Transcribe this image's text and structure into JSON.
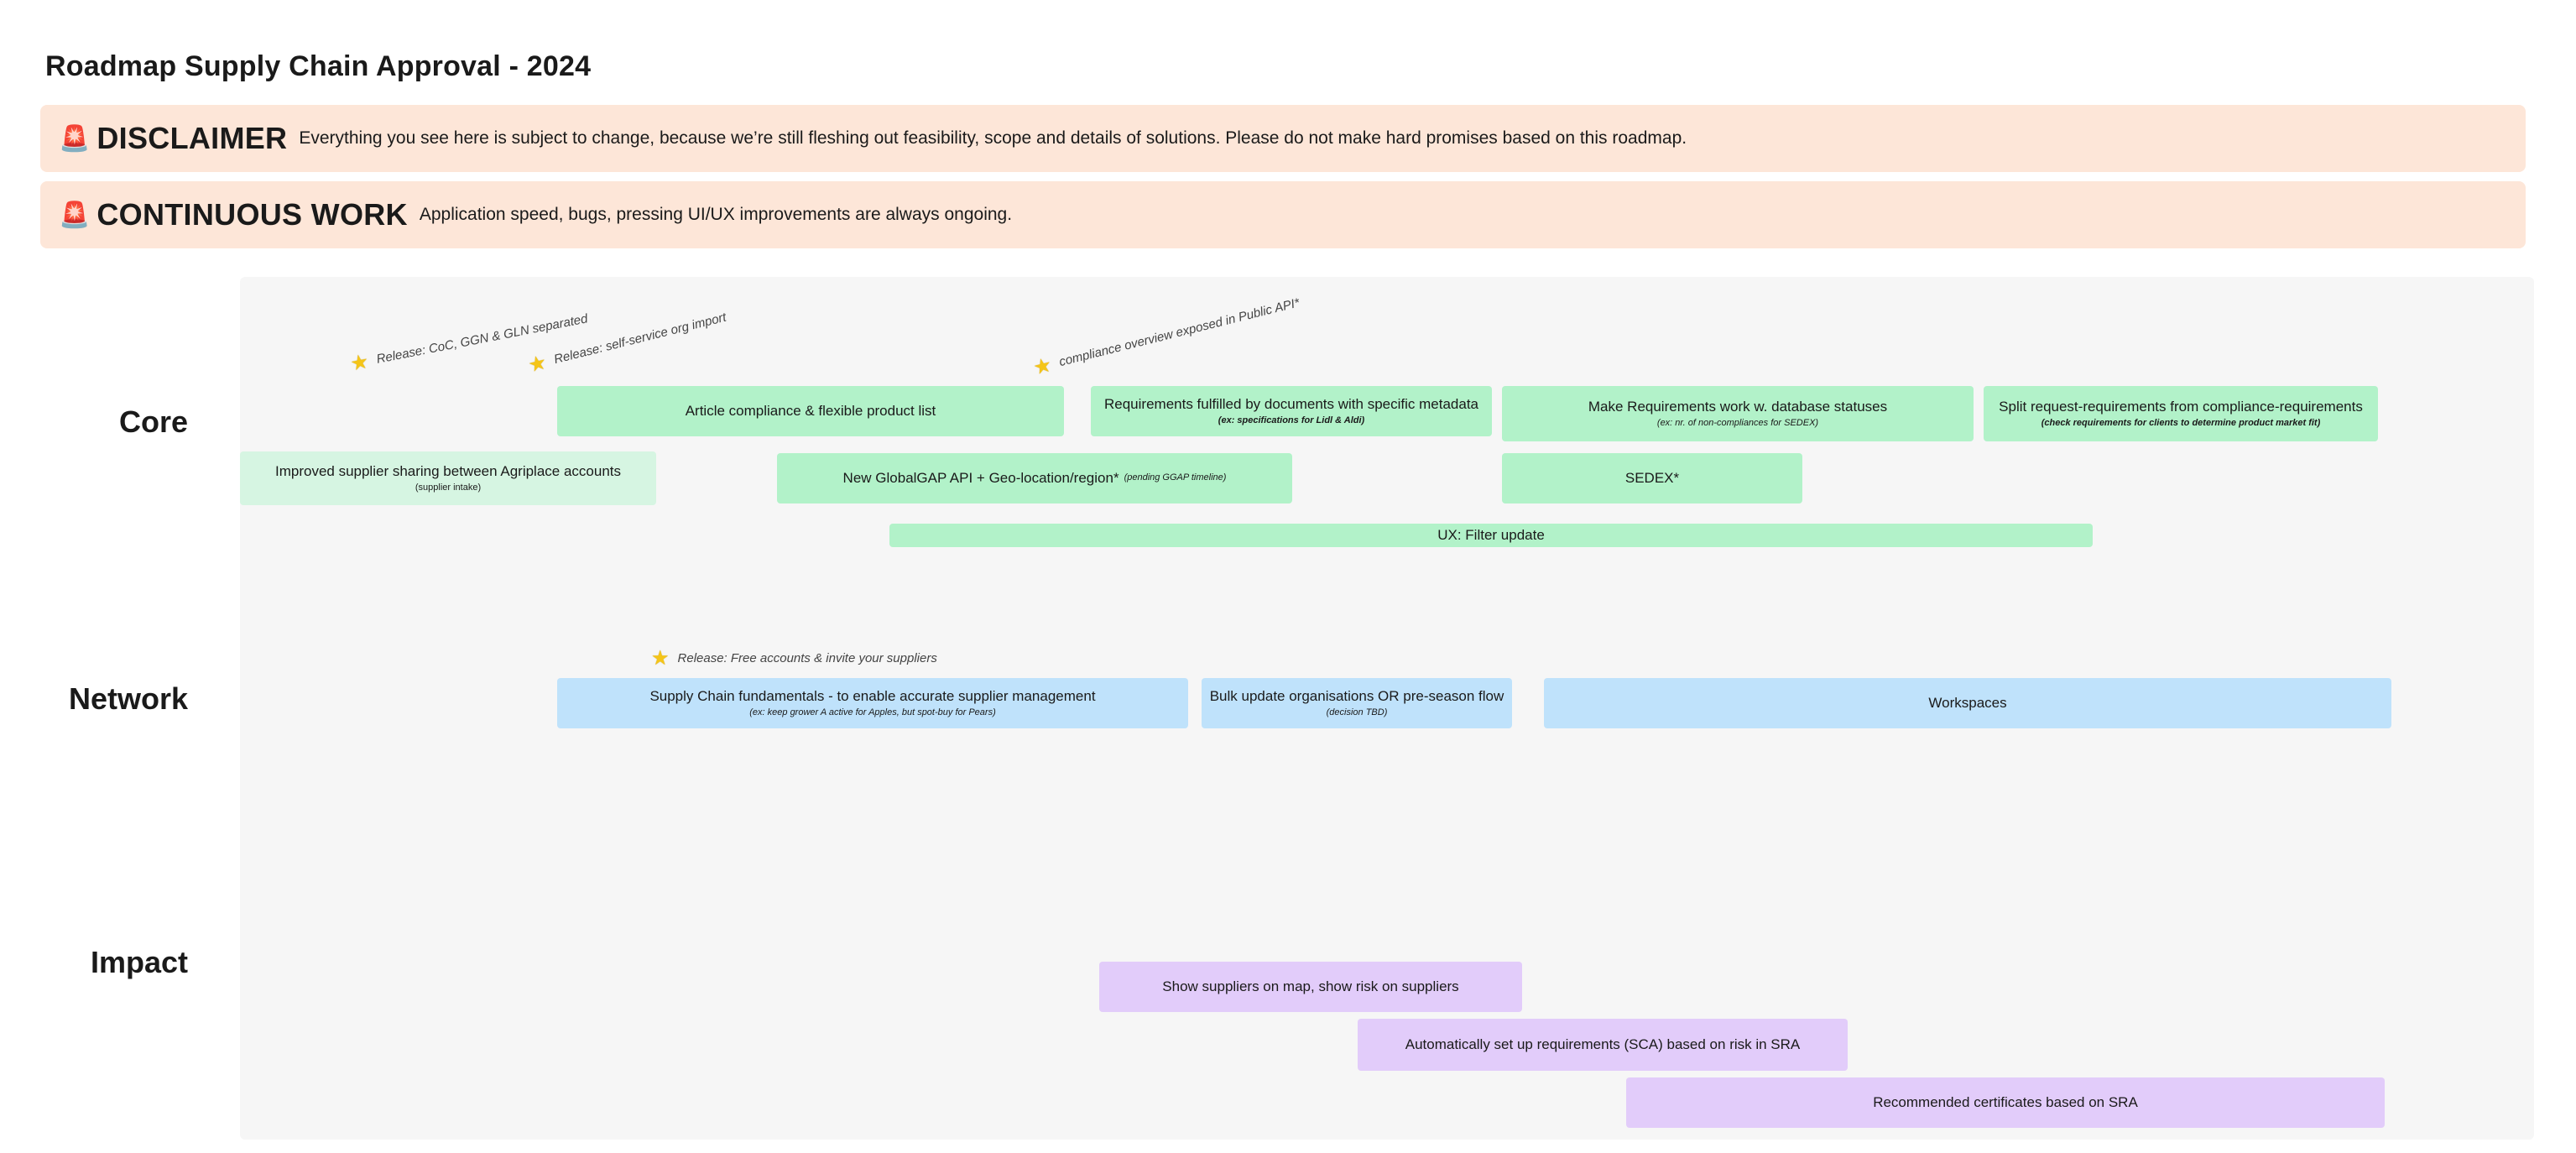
{
  "title": "Roadmap Supply Chain Approval -  2024",
  "banners": {
    "disclaimer": {
      "icon": "siren-icon",
      "heading": "DISCLAIMER",
      "text": "Everything you see here is subject to change, because we’re still fleshing out feasibility, scope and details of solutions. Please do not make hard promises based on this roadmap."
    },
    "continuous": {
      "icon": "siren-icon",
      "heading": "CONTINUOUS WORK",
      "text": "Application speed, bugs, pressing UI/UX improvements are always ongoing."
    }
  },
  "lanes": {
    "core": "Core",
    "network": "Network",
    "impact": "Impact"
  },
  "milestones": {
    "m1": "Release: CoC, GGN & GLN separated",
    "m2": "Release: self-service org import",
    "m3": "compliance overview exposed in Public API*",
    "m4": "Release: Free accounts & invite your suppliers"
  },
  "core": {
    "article_compliance": {
      "label": "Article compliance & flexible product list"
    },
    "requirements_docs": {
      "label": "Requirements fulfilled by documents with specific metadata",
      "note": "(ex: specifications for Lidl & Aldi)"
    },
    "requirements_db": {
      "label": "Make Requirements work w. database statuses",
      "note": "(ex: nr. of non-compliances for SEDEX)"
    },
    "split_requests": {
      "label": "Split request-requirements from compliance-requirements",
      "note": "(check requirements for clients to determine product market fit)"
    },
    "supplier_sharing": {
      "label": "Improved supplier sharing between Agriplace accounts",
      "note": "(supplier intake)"
    },
    "globalgap_api": {
      "label": "New GlobalGAP API + Geo-location/region*",
      "note": "(pending GGAP timeline)"
    },
    "sedex": {
      "label": "SEDEX*"
    },
    "ux_filter": {
      "label": "UX: Filter update"
    }
  },
  "network": {
    "fundamentals": {
      "label": "Supply Chain fundamentals - to enable accurate supplier management",
      "note": "(ex: keep grower A active for Apples, but spot-buy for Pears)"
    },
    "bulk_update": {
      "label": "Bulk update organisations OR pre-season flow",
      "note": "(decision TBD)"
    },
    "workspaces": {
      "label": "Workspaces"
    }
  },
  "impact": {
    "map": {
      "label": "Show suppliers on map, show risk on suppliers"
    },
    "sca": {
      "label": "Automatically set up requirements (SCA) based on risk in SRA"
    },
    "certificates": {
      "label": "Recommended certificates based on SRA"
    }
  },
  "colors": {
    "core": "#b2f2c9",
    "core_light": "#d6f5e2",
    "network": "#bfe2fb",
    "impact": "#e2ccfa",
    "banner": "#fde6d8",
    "board": "#f6f6f6"
  }
}
